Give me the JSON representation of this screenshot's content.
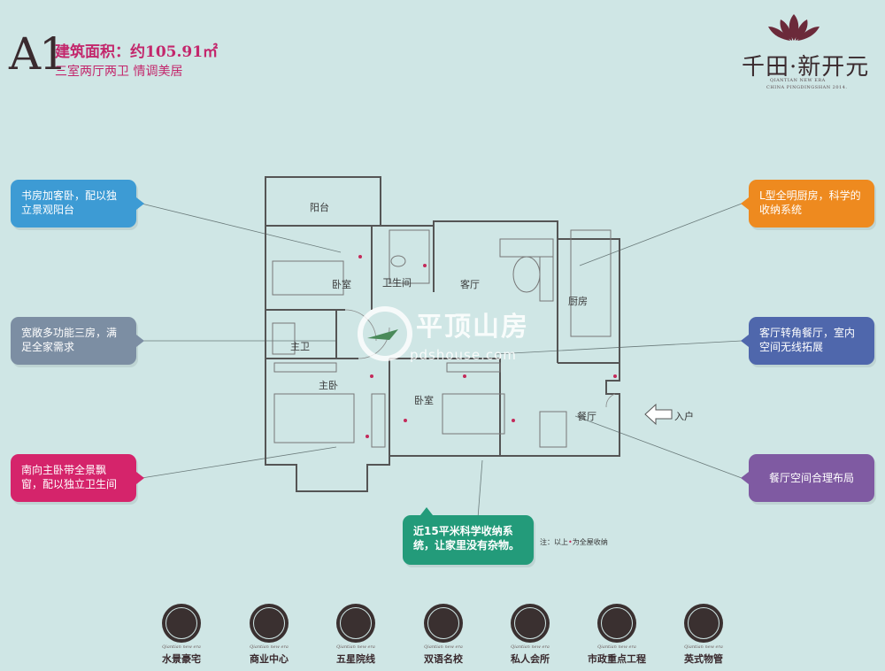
{
  "header": {
    "unit_code": "A1",
    "area": "建筑面积：约105.91㎡",
    "layout": "三室两厅两卫   情调美居"
  },
  "logo": {
    "name": "千田·新开元",
    "sub1": "QIANTIAN NEW ERA",
    "sub2": "CHINA PINGDINGSHAN 2014."
  },
  "callouts": {
    "c1": "书房加客卧，配以独立景观阳台",
    "c2": "宽敞多功能三房，满足全家需求",
    "c3": "南向主卧带全景飘窗，配以独立卫生间",
    "c4": "L型全明厨房，科学的收纳系统",
    "c5": "客厅转角餐厅，室内空间无线拓展",
    "c6": "餐厅空间合理布局",
    "c7": "近15平米科学收纳系统，让家里没有杂物。"
  },
  "colors": {
    "c1": "#3d9bd4",
    "c2": "#7c8ea3",
    "c3": "#d5246b",
    "c4": "#ee8a1f",
    "c5": "#4f67ac",
    "c6": "#7f5aa2",
    "c7": "#239b7a"
  },
  "rooms": {
    "balcony": "阳台",
    "bedroom1": "卧室",
    "bath": "卫生间",
    "living": "客厅",
    "kitchen": "厨房",
    "main_bath": "主卫",
    "master": "主卧",
    "bedroom2": "卧室",
    "dining": "餐厅"
  },
  "note_prefix": "注：以上",
  "note_suffix": "为全屋收纳",
  "entry": "入户",
  "watermark": "平顶山房",
  "watermark_url": "pdshouse.com",
  "features": [
    {
      "label": "水景豪宅",
      "script": "Qiantian new era",
      "icon": "water-icon"
    },
    {
      "label": "商业中心",
      "script": "Qiantian new era",
      "icon": "building-icon"
    },
    {
      "label": "五星院线",
      "script": "Qiantian new era",
      "icon": "film-reel-icon"
    },
    {
      "label": "双语名校",
      "script": "Qiantian new era",
      "icon": "pen-icon"
    },
    {
      "label": "私人会所",
      "script": "Qiantian new era",
      "icon": "wine-glass-icon"
    },
    {
      "label": "市政重点工程",
      "script": "Qiantian new era",
      "icon": "star-icon"
    },
    {
      "label": "英式物管",
      "script": "Qiantian new era",
      "icon": "crown-icon"
    }
  ]
}
